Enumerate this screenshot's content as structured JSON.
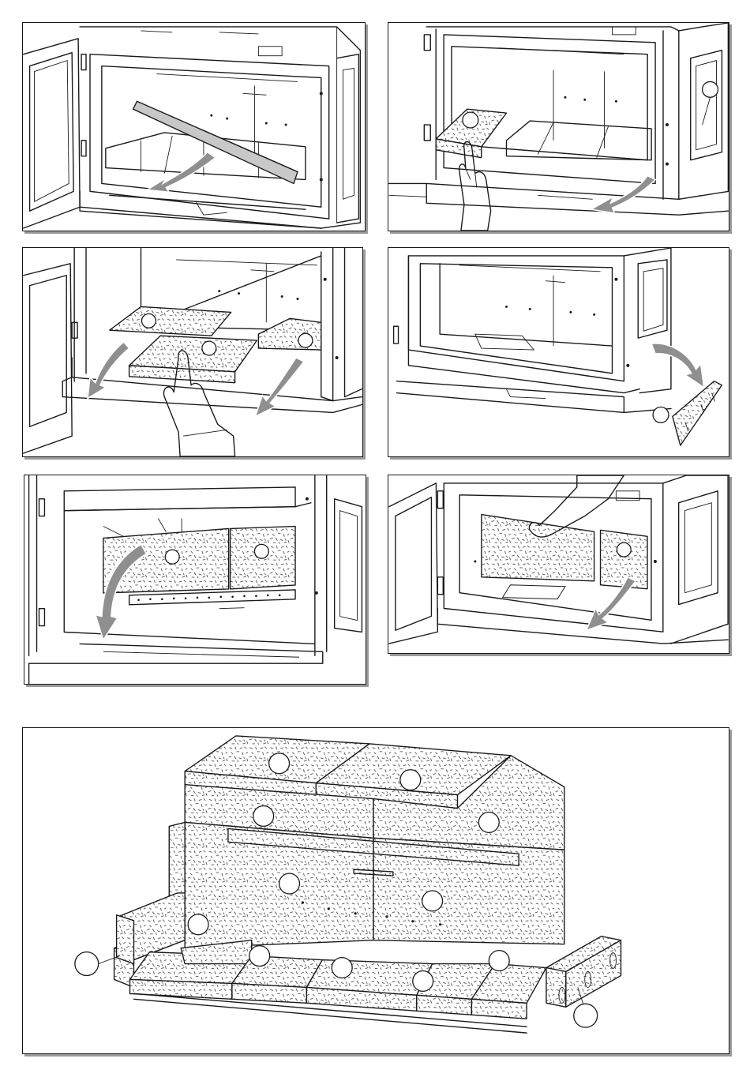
{
  "figure": {
    "steps": [
      {
        "id": "step-1",
        "action": "remove-deflector"
      },
      {
        "id": "step-2",
        "action": "remove-side-floor-brick"
      },
      {
        "id": "step-3",
        "action": "remove-floor-bricks"
      },
      {
        "id": "step-4",
        "action": "remove-side-brick"
      },
      {
        "id": "step-5",
        "action": "remove-upper-back-brick"
      },
      {
        "id": "step-6",
        "action": "remove-lower-back-brick"
      },
      {
        "id": "step-7",
        "action": "exploded-view"
      }
    ],
    "colors": {
      "line": "#1a1a1a",
      "arrow": "#8f8f8f",
      "shadow": "#9a9a9a",
      "speckle": "#333333"
    }
  }
}
